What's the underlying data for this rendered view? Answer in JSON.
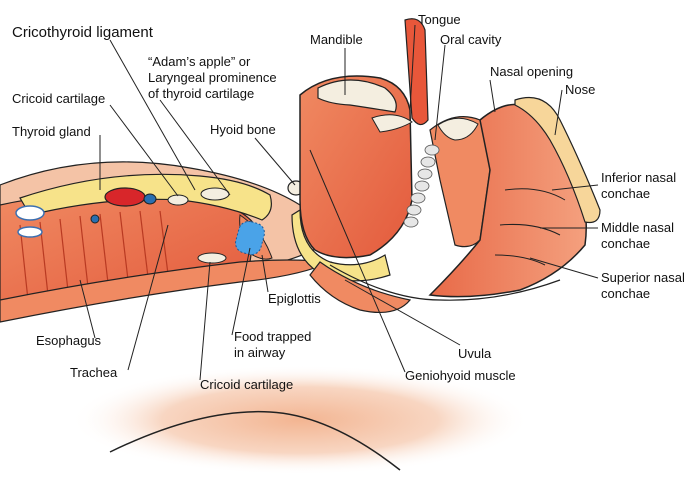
{
  "labels": {
    "cricothyroid_ligament": "Cricothyroid ligament",
    "adams_apple_1": "“Adam’s apple” or",
    "adams_apple_2": "Laryngeal prominence",
    "adams_apple_3": "of thyroid cartilage",
    "cricoid_cartilage_top": "Cricoid cartilage",
    "thyroid_gland": "Thyroid gland",
    "hyoid_bone": "Hyoid bone",
    "mandible": "Mandible",
    "tongue": "Tongue",
    "oral_cavity": "Oral cavity",
    "nasal_opening": "Nasal opening",
    "nose": "Nose",
    "inferior_nasal_1": "Inferior nasal",
    "inferior_nasal_2": "conchae",
    "middle_nasal_1": "Middle nasal",
    "middle_nasal_2": "conchae",
    "superior_nasal_1": "Superior nasal",
    "superior_nasal_2": "conchae",
    "epiglottis": "Epiglottis",
    "food_trapped_1": "Food trapped",
    "food_trapped_2": "in airway",
    "esophagus": "Esophagus",
    "trachea": "Trachea",
    "cricoid_cartilage_bottom": "Cricoid cartilage",
    "uvula": "Uvula",
    "geniohyoid_muscle": "Geniohyoid muscle"
  },
  "colors": {
    "tissue_red": "#e8573a",
    "tissue_orange": "#f08a62",
    "tissue_light": "#f7b89a",
    "cartilage_yellow": "#f7e38a",
    "bone_cream": "#f4eee0",
    "food_blue": "#4aa3e8",
    "skin_glow": "#f6c8ad"
  }
}
